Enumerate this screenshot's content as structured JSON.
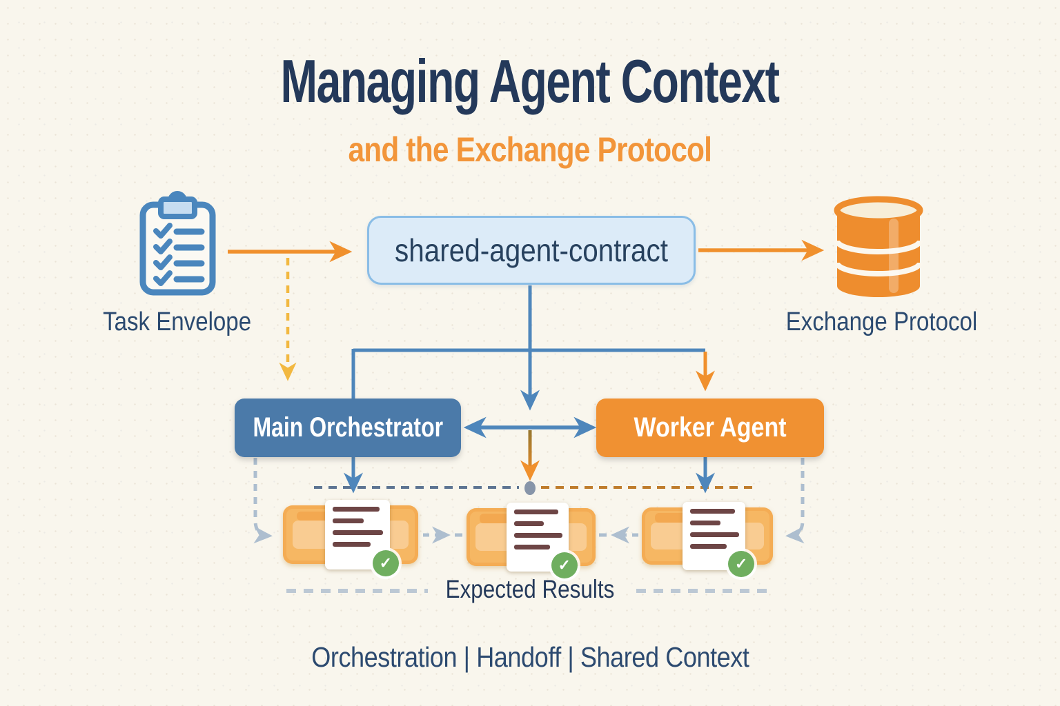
{
  "title": "Managing Agent Context",
  "subtitle": "and the Exchange Protocol",
  "nodes": {
    "task_envelope": {
      "label": "Task Envelope",
      "icon": "clipboard-checklist"
    },
    "shared_contract": {
      "label": "shared-agent-contract"
    },
    "exchange_protocol": {
      "label": "Exchange Protocol",
      "icon": "database"
    },
    "main_orchestrator": {
      "label": "Main Orchestrator"
    },
    "worker_agent": {
      "label": "Worker Agent"
    },
    "expected_results": {
      "label": "Expected Results",
      "card_count": 3
    }
  },
  "footer": {
    "caption": "Orchestration | Handoff | Shared Context"
  },
  "icons": {
    "check_glyph": "✓"
  },
  "colors": {
    "background": "#f9f6ed",
    "title_navy": "#24395a",
    "accent_orange": "#f0902d",
    "node_blue": "#4b7aa9",
    "node_orange": "#f09132",
    "contract_fill": "#dcebf8",
    "contract_border": "#8abde6",
    "connector_blue": "#4e86bb",
    "dashed_yellow": "#f2b840",
    "dashed_gray": "#adbecf",
    "dashed_slate": "#5d7492",
    "dashed_brown": "#bf7c2c",
    "card_orange": "#f6b763",
    "doc_line_brown": "#6d4545",
    "check_green": "#6fae5f"
  }
}
